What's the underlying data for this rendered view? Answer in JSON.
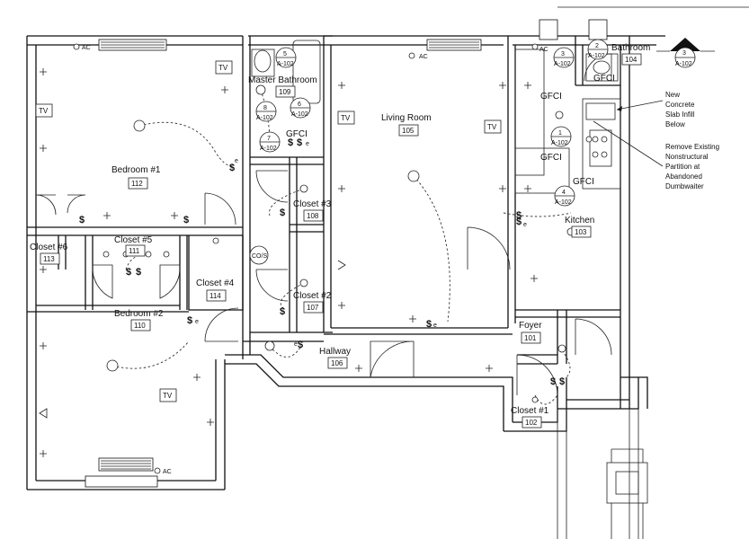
{
  "drawing": {
    "rooms": [
      {
        "name": "Bedroom #1",
        "number": "112"
      },
      {
        "name": "Bedroom #2",
        "number": "110"
      },
      {
        "name": "Closet #6",
        "number": "113"
      },
      {
        "name": "Closet #5",
        "number": "111"
      },
      {
        "name": "Closet #4",
        "number": "114"
      },
      {
        "name": "Master Bathroom",
        "number": "109"
      },
      {
        "name": "Closet #3",
        "number": "108"
      },
      {
        "name": "Closet #2",
        "number": "107"
      },
      {
        "name": "Living Room",
        "number": "105"
      },
      {
        "name": "Hallway",
        "number": "106"
      },
      {
        "name": "Bathroom",
        "number": "104"
      },
      {
        "name": "Kitchen",
        "number": "103"
      },
      {
        "name": "Foyer",
        "number": "101"
      },
      {
        "name": "Closet #1",
        "number": "102"
      }
    ],
    "symbols": {
      "tv": "TV",
      "ac": "AC",
      "gfci": "GFCI",
      "switch": "$",
      "switch_e": "e",
      "smoke_detector": "CO/S"
    },
    "detail_tags": [
      {
        "number": "5",
        "sheet": "A-102"
      },
      {
        "number": "8",
        "sheet": "A-102"
      },
      {
        "number": "6",
        "sheet": "A-102"
      },
      {
        "number": "7",
        "sheet": "A-102"
      },
      {
        "number": "3",
        "sheet": "A-102"
      },
      {
        "number": "2",
        "sheet": "A-102"
      },
      {
        "number": "1",
        "sheet": "A-102"
      },
      {
        "number": "4",
        "sheet": "A-102"
      }
    ],
    "section_marker": {
      "number": "3",
      "sheet": "A-102"
    },
    "notes": {
      "slab": [
        "New",
        "Concrete",
        "Slab Infill",
        "Below"
      ],
      "partition": [
        "Remove Existing",
        "Nonstructural",
        "Partition at",
        "Abandoned",
        "Dumbwaiter"
      ]
    }
  }
}
